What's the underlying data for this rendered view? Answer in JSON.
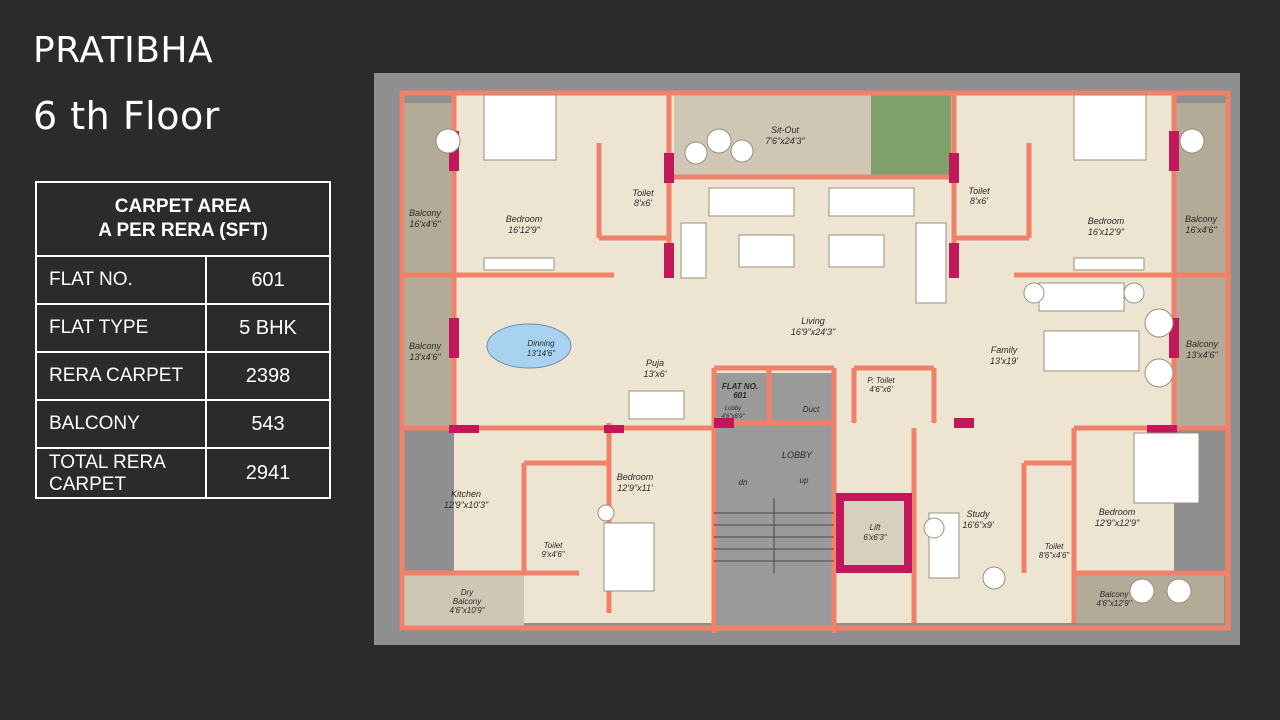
{
  "header": {
    "project": "PRATIBHA",
    "floor": "6 th Floor"
  },
  "area_table": {
    "heading_line1": "CARPET AREA",
    "heading_line2": "A PER RERA (SFT)",
    "rows": [
      {
        "label": "FLAT NO.",
        "value": "601"
      },
      {
        "label": "FLAT TYPE",
        "value": "5 BHK"
      },
      {
        "label": "RERA  CARPET",
        "value": "2398"
      },
      {
        "label": "BALCONY",
        "value": "543"
      },
      {
        "label_line1": "TOTAL  RERA",
        "label_line2": "CARPET",
        "value": "2941"
      }
    ]
  },
  "plan": {
    "rooms": {
      "sitout": {
        "name": "Sit-Out",
        "size": "7'6\"x24'3\""
      },
      "bedroom_nw": {
        "name": "Bedroom",
        "size": "16'12'9\""
      },
      "bedroom_ne": {
        "name": "Bedroom",
        "size": "16'x12'9\""
      },
      "balcony_nw": {
        "name": "Balcony",
        "size": "16'x4'6\""
      },
      "balcony_ne": {
        "name": "Balcony",
        "size": "16'x4'6\""
      },
      "balcony_w": {
        "name": "Balcony",
        "size": "13'x4'6\""
      },
      "balcony_e": {
        "name": "Balcony",
        "size": "13'x4'6\""
      },
      "toilet_nw": {
        "name": "Toilet",
        "size": "8'x6'"
      },
      "toilet_ne": {
        "name": "Toilet",
        "size": "8'x6'"
      },
      "living": {
        "name": "Living",
        "size": "16'9\"x24'3\""
      },
      "dining": {
        "name": "Dinning",
        "size": "13'14'6\""
      },
      "puja": {
        "name": "Puja",
        "size": "13'x6'"
      },
      "family": {
        "name": "Family",
        "size": "13'x19'"
      },
      "flat_no": {
        "name": "FLAT NO.",
        "size": "601"
      },
      "lobby_small": {
        "name": "Lobby",
        "size": "4'6\"x6'9\""
      },
      "duct": {
        "name": "Duct"
      },
      "p_toilet": {
        "name": "P. Toilet",
        "size": "4'6\"x6'"
      },
      "lobby": {
        "name": "LOBBY"
      },
      "stair_dn": "dn",
      "stair_up": "up",
      "lift": {
        "name": "Lift",
        "size": "6'x6'3\""
      },
      "kitchen": {
        "name": "Kitchen",
        "size": "12'9\"x10'3\""
      },
      "bedroom_sw": {
        "name": "Bedroom",
        "size": "12'9\"x11'"
      },
      "toilet_sw": {
        "name": "Toilet",
        "size": "9'x4'6\""
      },
      "dry_balcony": {
        "name": "Dry",
        "name2": "Balcony",
        "size": "4'6\"x10'9\""
      },
      "study": {
        "name": "Study",
        "size": "16'6\"x9'"
      },
      "toilet_se": {
        "name": "Toilet",
        "size": "8'6\"x4'6\""
      },
      "bedroom_se": {
        "name": "Bedroom",
        "size": "12'9\"x12'9\""
      },
      "balcony_se": {
        "name": "Balcony",
        "size": "4'6\"x12'9\""
      }
    },
    "colors": {
      "floor": "#ede4d2",
      "wall": "#f0826a",
      "column": "#c2185b",
      "balcony": "#b3aa98",
      "lawn": "#7fa06a",
      "outer": "#8f8f8f",
      "furniture": "#ffffff"
    }
  }
}
